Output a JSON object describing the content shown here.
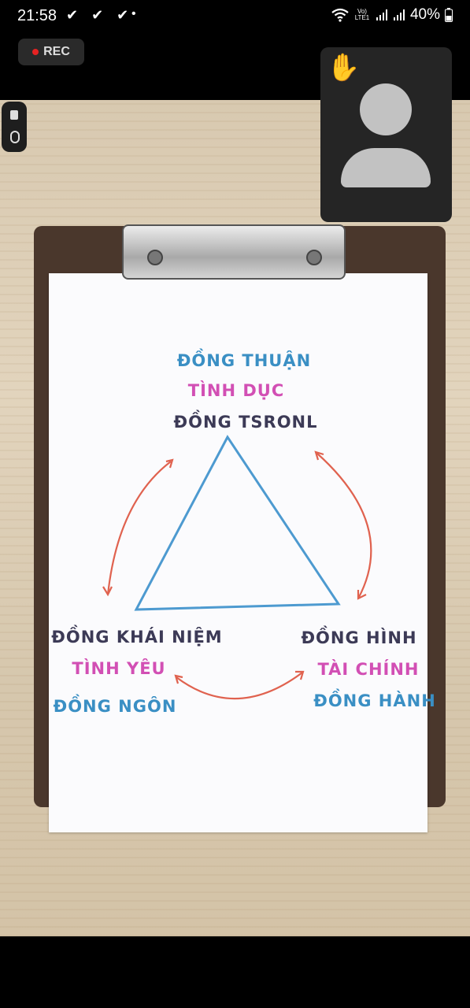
{
  "status_bar": {
    "time": "21:58",
    "notifications": "✔ ✔ ✔",
    "network_label": "Vo) LTE1",
    "battery": "40%"
  },
  "recording": {
    "label": "REC"
  },
  "whiteboard": {
    "top": [
      "ĐỒNG THUẬN",
      "TÌNH DỤC",
      "ĐỒNG TSRONL"
    ],
    "left": [
      "ĐỒNG KHÁI NIỆM",
      "TÌNH YÊU",
      "ĐỒNG NGÔN"
    ],
    "right": [
      "ĐỒNG HÌNH",
      "TÀI CHÍNH",
      "ĐỒNG HÀNH"
    ]
  },
  "colors": {
    "accent_blue": "#3a8fc4",
    "accent_pink": "#d24fb4",
    "arrow_red": "#e0624f",
    "rec_red": "#e52222"
  },
  "icons": [
    "wifi-icon",
    "signal-icon",
    "battery-icon",
    "raised-hand-icon",
    "avatar-icon",
    "camera-icon"
  ]
}
